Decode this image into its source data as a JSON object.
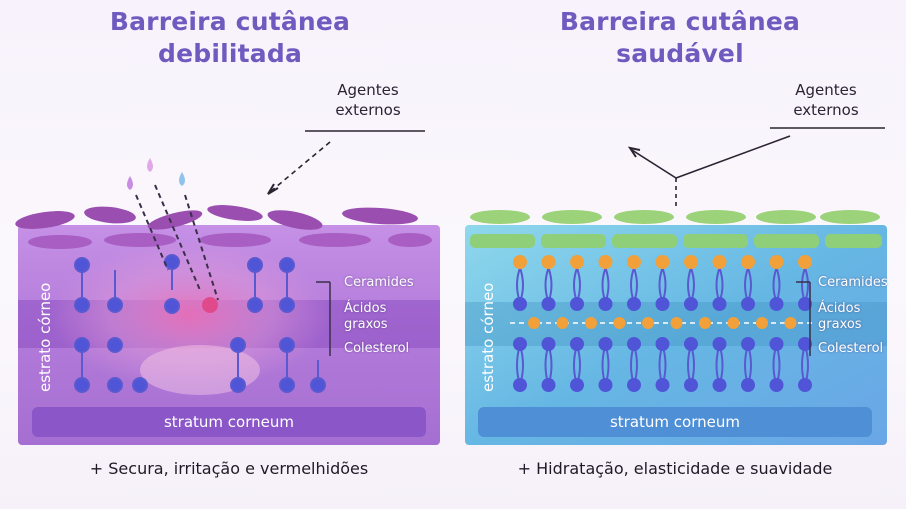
{
  "left_panel": {
    "title_line1": "Barreira cutânea",
    "title_line2": "debilitada",
    "agents_line1": "Agentes",
    "agents_line2": "externos",
    "side_label": "estrato córneo",
    "labels": [
      "Ceramides",
      "Ácidos",
      "graxos",
      "Colesterol"
    ],
    "stratum": "stratum corneum",
    "footer": "+ Secura, irritação e vermelhidões",
    "colors": {
      "title": "#6f5bbf",
      "tissue": "#b07ad8",
      "band": "#8c4fc2",
      "lipid_head": "#4f55d6"
    }
  },
  "right_panel": {
    "title_line1": "Barreira cutânea",
    "title_line2": "saudável",
    "agents_line1": "Agentes",
    "agents_line2": "externos",
    "side_label": "estrato córneo",
    "labels": [
      "Ceramides",
      "Ácidos",
      "graxos",
      "Colesterol"
    ],
    "stratum": "stratum corneum",
    "footer": "+ Hidratação, elasticidade e suavidade",
    "colors": {
      "tissue": "#5fb3e0",
      "band": "#3f8fbf",
      "top_cells": "#9cd27a",
      "ceramide": "#f1a03a",
      "lipid_head": "#4f55d6"
    }
  }
}
